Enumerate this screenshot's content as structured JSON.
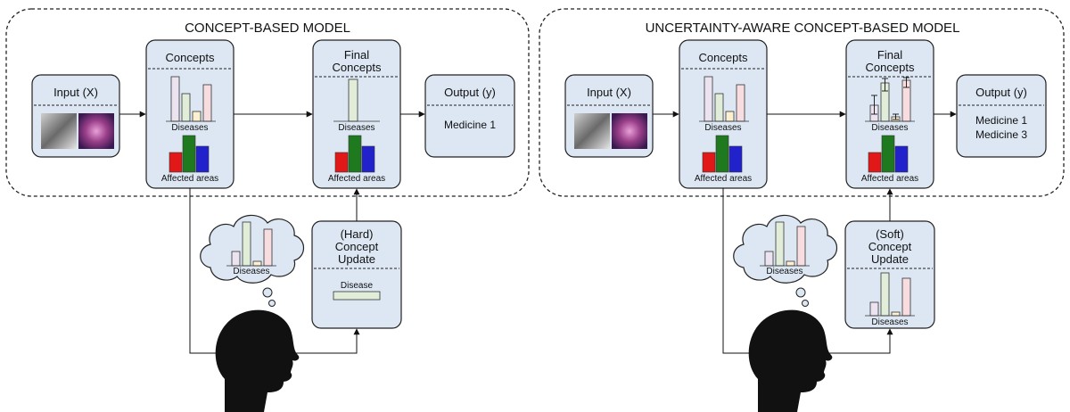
{
  "left_panel": {
    "title": "CONCEPT-BASED MODEL",
    "input_label": "Input (X)",
    "concepts_label": "Concepts",
    "diseases_label": "Diseases",
    "affected_label": "Affected areas",
    "final_line1": "Final",
    "final_line2": "Concepts",
    "final_diseases_label": "Diseases",
    "final_affected_label": "Affected areas",
    "output_label": "Output (y)",
    "output_value": "Medicine 1",
    "thought_label": "Diseases",
    "update_line1": "(Hard)",
    "update_line2": "Concept",
    "update_line3": "Update",
    "update_item": "Disease"
  },
  "right_panel": {
    "title": "UNCERTAINTY-AWARE CONCEPT-BASED MODEL",
    "input_label": "Input (X)",
    "concepts_label": "Concepts",
    "diseases_label": "Diseases",
    "affected_label": "Affected areas",
    "final_line1": "Final",
    "final_line2": "Concepts",
    "final_diseases_label": "Diseases",
    "final_affected_label": "Affected areas",
    "output_label": "Output (y)",
    "output_value1": "Medicine 1",
    "output_value2": "Medicine 3",
    "thought_label": "Diseases",
    "update_line1": "(Soft)",
    "update_line2": "Concept",
    "update_line3": "Update",
    "update_diseases_label": "Diseases"
  },
  "colors": {
    "panel_fill": "#dce7f3",
    "bar_purple": "#ece3f1",
    "bar_green": "#e1ecd9",
    "bar_yellow": "#fdf0cf",
    "bar_pink": "#f7dde0",
    "red": "#e21818",
    "green": "#1f7a1f",
    "blue": "#2222cc"
  },
  "icons": [
    "xray-image",
    "heatmap-image",
    "thought-cloud",
    "human-head"
  ]
}
